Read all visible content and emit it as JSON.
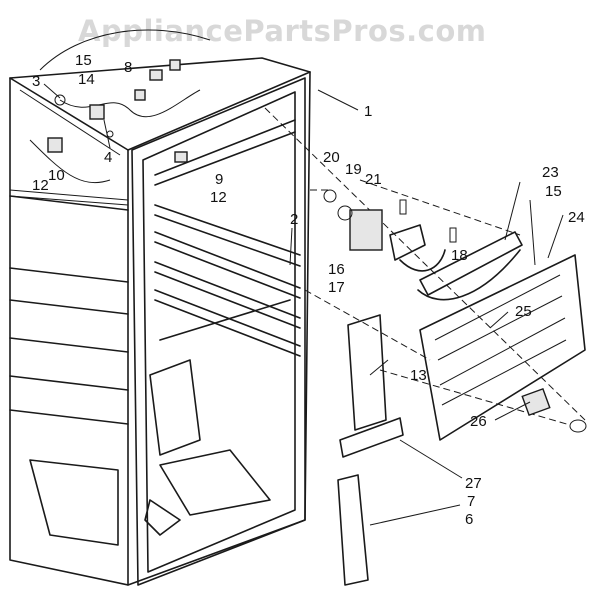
{
  "watermark": "AppliancePartsPros.com",
  "callouts": {
    "c1": "1",
    "c2": "2",
    "c3": "3",
    "c4": "4",
    "c6": "6",
    "c7": "7",
    "c8": "8",
    "c9": "9",
    "c10": "10",
    "c12a": "12",
    "c12b": "12",
    "c13": "13",
    "c14": "14",
    "c15a": "15",
    "c15b": "15",
    "c16": "16",
    "c17": "17",
    "c18": "18",
    "c19": "19",
    "c20": "20",
    "c21": "21",
    "c23": "23",
    "c24": "24",
    "c25": "25",
    "c26": "26",
    "c27": "27"
  }
}
